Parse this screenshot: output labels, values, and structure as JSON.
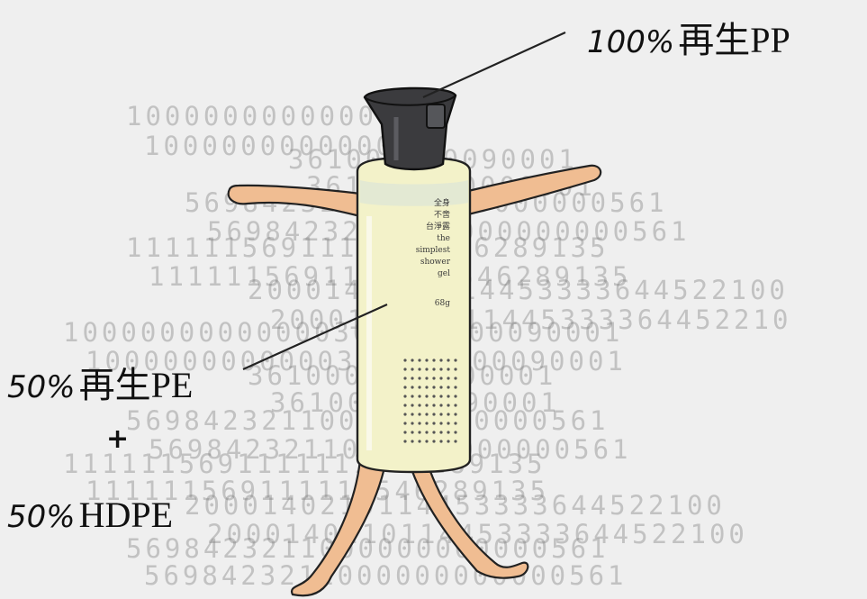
{
  "background_numbers": [
    "1000000000000",
    "1000000000000",
    "361000000090001",
    "361000000000001",
    "5698423211000000000000561",
    "5698423211000000000000561",
    "1111115691111111546289135",
    "1111115691111111546289135",
    "2000140210114453333644522100",
    "200014021011445333364452210",
    "10000000000000361000000090001",
    "1000000000000361000000090001",
    "3610000000000001",
    "361000000090001",
    "5698423211000000000000561",
    "5698423211000000000000561",
    "1111115691111111546289135",
    "111111569111111546289135",
    "2000140210114453333644522100",
    "2000140210114453333644522100",
    "5698423211000000000000561",
    "5698423211000000000000561"
  ],
  "callouts": {
    "cap": {
      "percent": "100%",
      "material": "再生PP"
    },
    "body": {
      "percent": "50%",
      "material": "再生PE"
    },
    "plus": "+",
    "body2": {
      "percent": "50%",
      "material": "HDPE"
    }
  },
  "bottle_label": {
    "lines": [
      "全身",
      "不啻",
      "台淨露",
      "the",
      "simplest",
      "shower",
      "gel"
    ],
    "volume": "68g"
  },
  "colors": {
    "background": "#efefef",
    "bottle": "#f3f2c9",
    "cap": "#3b3b3e",
    "skin": "#f0bd92",
    "ink": "#111111"
  }
}
